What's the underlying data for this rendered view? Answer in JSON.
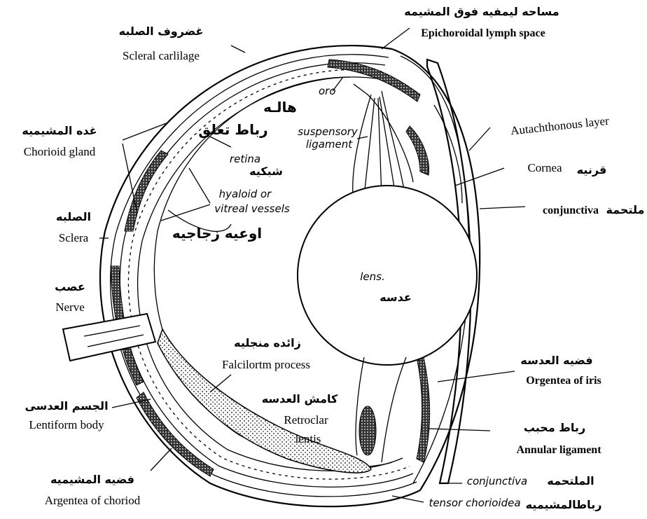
{
  "labels": {
    "epichoroidal_ar": "مساحه ليمفيه فوق المشيمه",
    "epichoroidal_en": "Epichoroidal lymph space",
    "scleral_cart_ar": "غضروف الصلبه",
    "scleral_cart_en": "Scleral carlilage",
    "oro_en": "oro",
    "hala_ar": "هالـه",
    "suspensory_ar": "رباط تعلق",
    "suspensory_en1": "suspensory",
    "suspensory_en2": "ligament",
    "autachthonous_en": "Autachthonous layer",
    "choroid_gland_ar": "غده المشيميه",
    "choroid_gland_en": "Chorioid gland",
    "retina_en": "retina",
    "retina_ar": "شبكيه",
    "cornea_en": "Cornea",
    "cornea_ar": "قرنيه",
    "hyaloid_en1": "hyaloid or",
    "hyaloid_en2": "vitreal vessels",
    "hyaloid_ar": "اوعيه زجاجيه",
    "conjunctiva_en": "conjunctiva",
    "conjunctiva_ar": "ملتحمة",
    "sclera_ar": "الصلبه",
    "sclera_en": "Sclera",
    "lens_en": "lens.",
    "lens_ar": "عدسه",
    "nerve_ar": "عصب",
    "nerve_en": "Nerve",
    "falciform_ar": "زائده منجليه",
    "falciform_en": "Falcilortm process",
    "argentea_iris_ar": "فضيه العدسه",
    "argentea_iris_en": "Orgentea of iris",
    "lentiform_ar": "الجسم العدسى",
    "lentiform_en": "Lentiform body",
    "retractor_ar": "كامش العدسه",
    "retractor_en1": "Retroclar",
    "retractor_en2": "lentis",
    "annular_ar": "رباط محبب",
    "annular_en": "Annular ligament",
    "argentea_chor_ar": "فضيه المشيميه",
    "argentea_chor_en": "Argentea of choriod",
    "conj2_en": "conjunctiva",
    "conj2_ar": "الملتحمه",
    "tensor_en": "tensor chorioidea",
    "tensor_ar": "رباطالمشيميه"
  }
}
